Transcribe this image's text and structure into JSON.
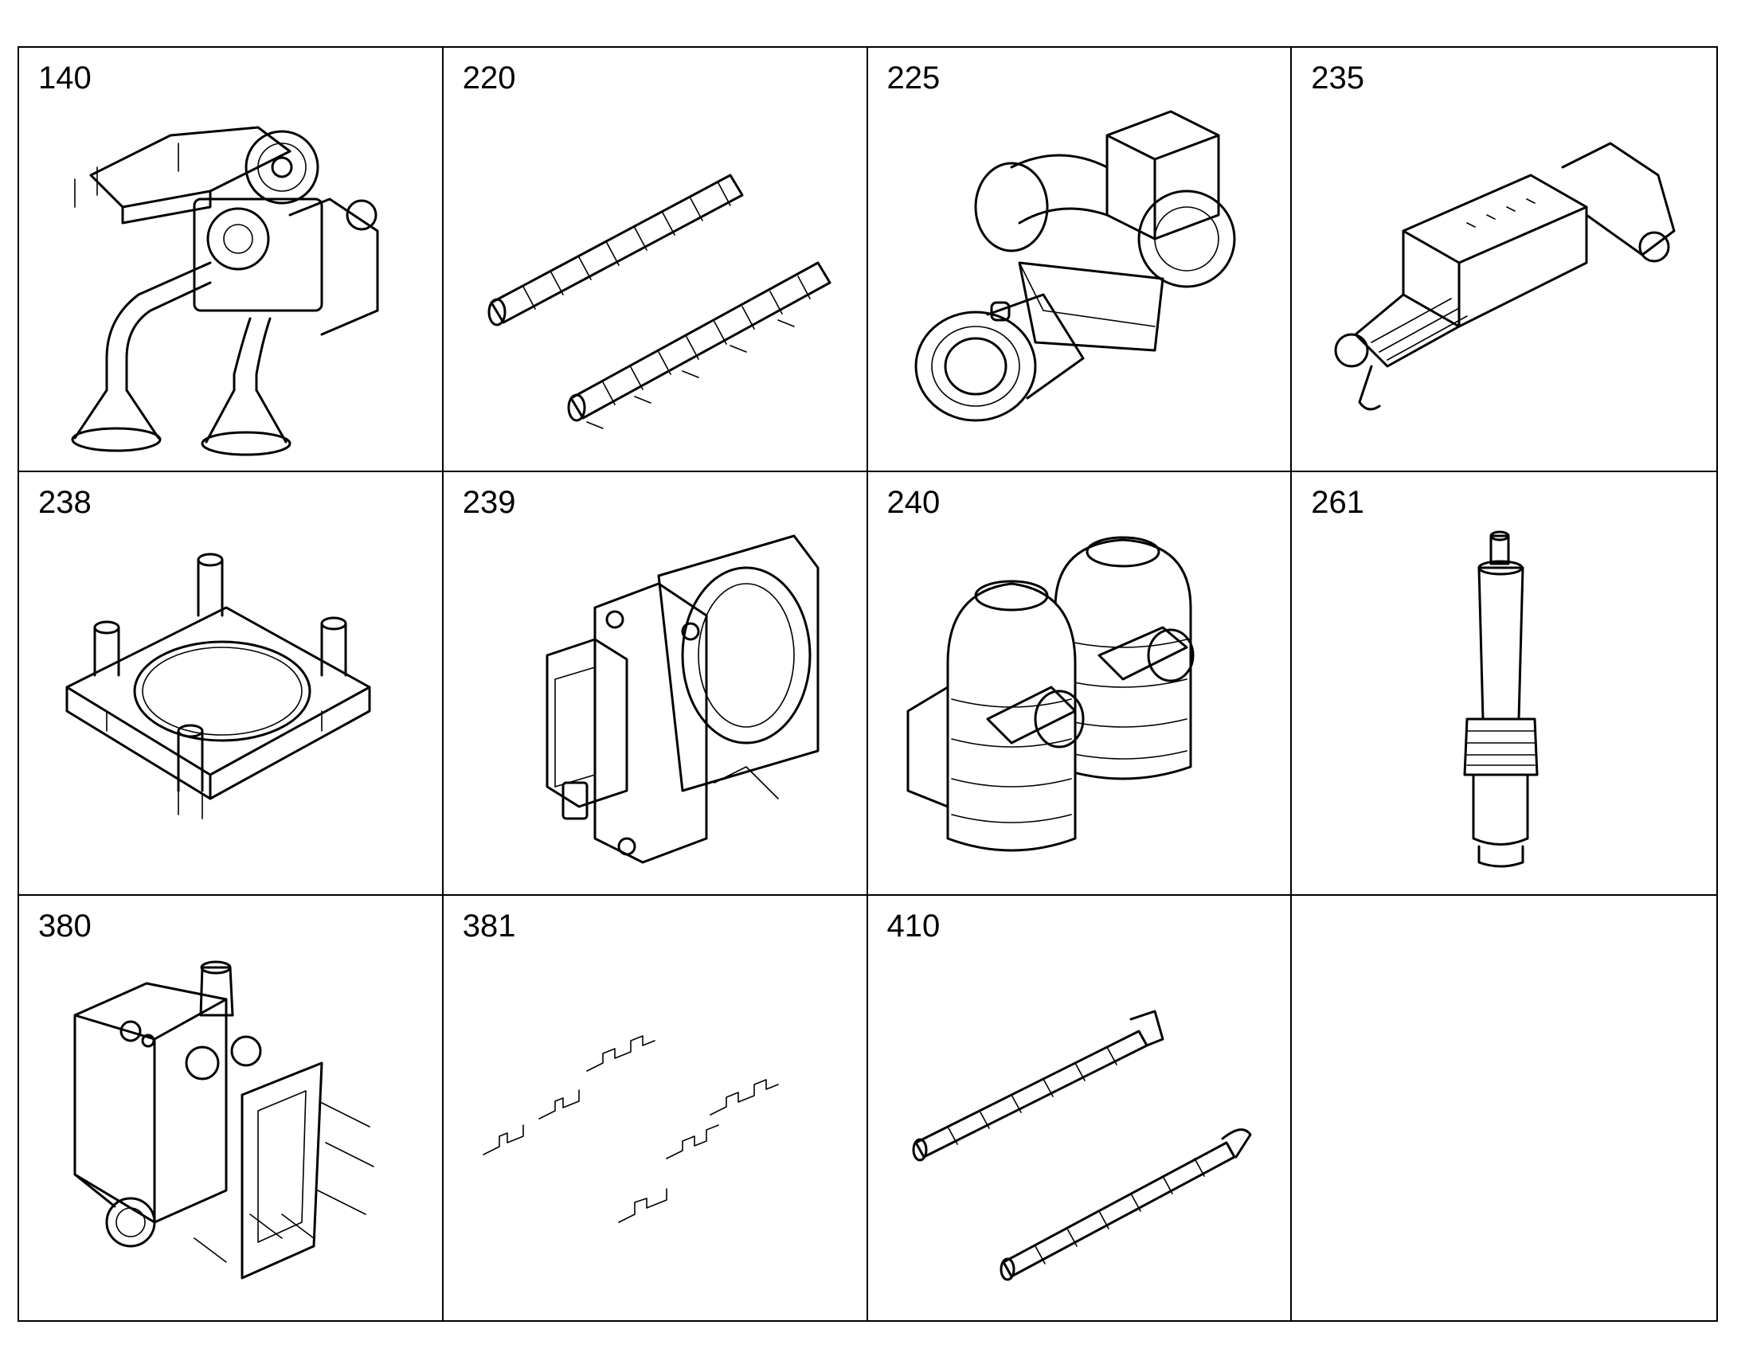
{
  "parts": [
    {
      "number": "140",
      "icon": "oil-pump-assembly-icon"
    },
    {
      "number": "220",
      "icon": "twin-camshaft-icon"
    },
    {
      "number": "225",
      "icon": "intake-housing-icon"
    },
    {
      "number": "235",
      "icon": "intake-manifold-icon"
    },
    {
      "number": "238",
      "icon": "mounting-flange-icon"
    },
    {
      "number": "239",
      "icon": "throttle-body-icon"
    },
    {
      "number": "240",
      "icon": "twin-filter-canister-icon"
    },
    {
      "number": "261",
      "icon": "injector-icon"
    },
    {
      "number": "380",
      "icon": "engine-block-housing-icon"
    },
    {
      "number": "381",
      "icon": "wire-clips-icon"
    },
    {
      "number": "410",
      "icon": "balance-shafts-icon"
    },
    {
      "number": "",
      "icon": ""
    }
  ]
}
